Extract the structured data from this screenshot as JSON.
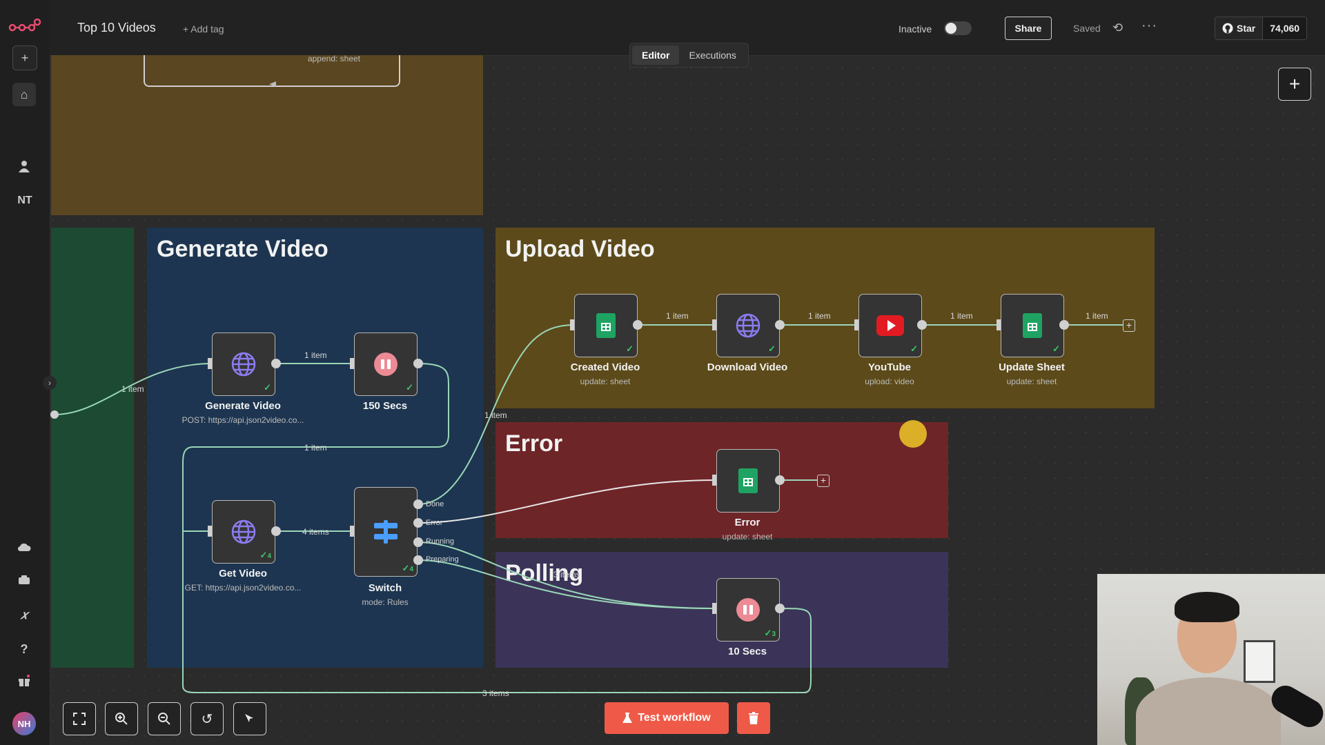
{
  "app": {
    "logo": "n8n-logo-icon"
  },
  "topbar": {
    "workflow_title": "Top 10 Videos",
    "add_tag": "+ Add tag",
    "status_label": "Inactive",
    "active": false,
    "share": "Share",
    "saved": "Saved",
    "github_star": "Star",
    "github_count": "74,060"
  },
  "tabs": [
    {
      "label": "Editor",
      "active": true
    },
    {
      "label": "Executions",
      "active": false
    }
  ],
  "sidebar": {
    "user_initials": "NT",
    "avatar_initials": "NH"
  },
  "stickies": {
    "generate": {
      "title": "Generate Video",
      "color": "#1d3550"
    },
    "upload": {
      "title": "Upload Video",
      "color": "#5c4a1a"
    },
    "error": {
      "title": "Error",
      "color": "#6e2528"
    },
    "polling": {
      "title": "Polling",
      "color": "#3b3458"
    },
    "top": {
      "color": "#5a4620"
    },
    "left": {
      "color": "#1c4a32"
    }
  },
  "partial_node": {
    "subtitle": "append: sheet"
  },
  "nodes": {
    "generate_video": {
      "label": "Generate Video",
      "sub": "POST: https://api.json2video.co..."
    },
    "wait_150": {
      "label": "150 Secs"
    },
    "get_video": {
      "label": "Get Video",
      "sub": "GET: https://api.json2video.co...",
      "runs": "4"
    },
    "switch": {
      "label": "Switch",
      "sub": "mode: Rules",
      "runs": "4",
      "outputs": [
        "Done",
        "Error",
        "Running",
        "Preparing"
      ]
    },
    "created_video": {
      "label": "Created Video",
      "sub": "update: sheet"
    },
    "download_video": {
      "label": "Download Video"
    },
    "youtube": {
      "label": "YouTube",
      "sub": "upload: video"
    },
    "update_sheet": {
      "label": "Update Sheet",
      "sub": "update: sheet"
    },
    "error_node": {
      "label": "Error",
      "sub": "update: sheet"
    },
    "wait_10": {
      "label": "10 Secs",
      "runs": "3"
    }
  },
  "connections": {
    "c1": "1 item",
    "c2": "1 item",
    "c3": "1 item",
    "c4": "4 items",
    "c5": "1 item",
    "c6": "1 item",
    "c7": "1 item",
    "c8": "1 item",
    "c9": "1 item",
    "c10": "3 items",
    "c11": "3 items"
  },
  "bottom": {
    "test_workflow": "Test workflow"
  }
}
